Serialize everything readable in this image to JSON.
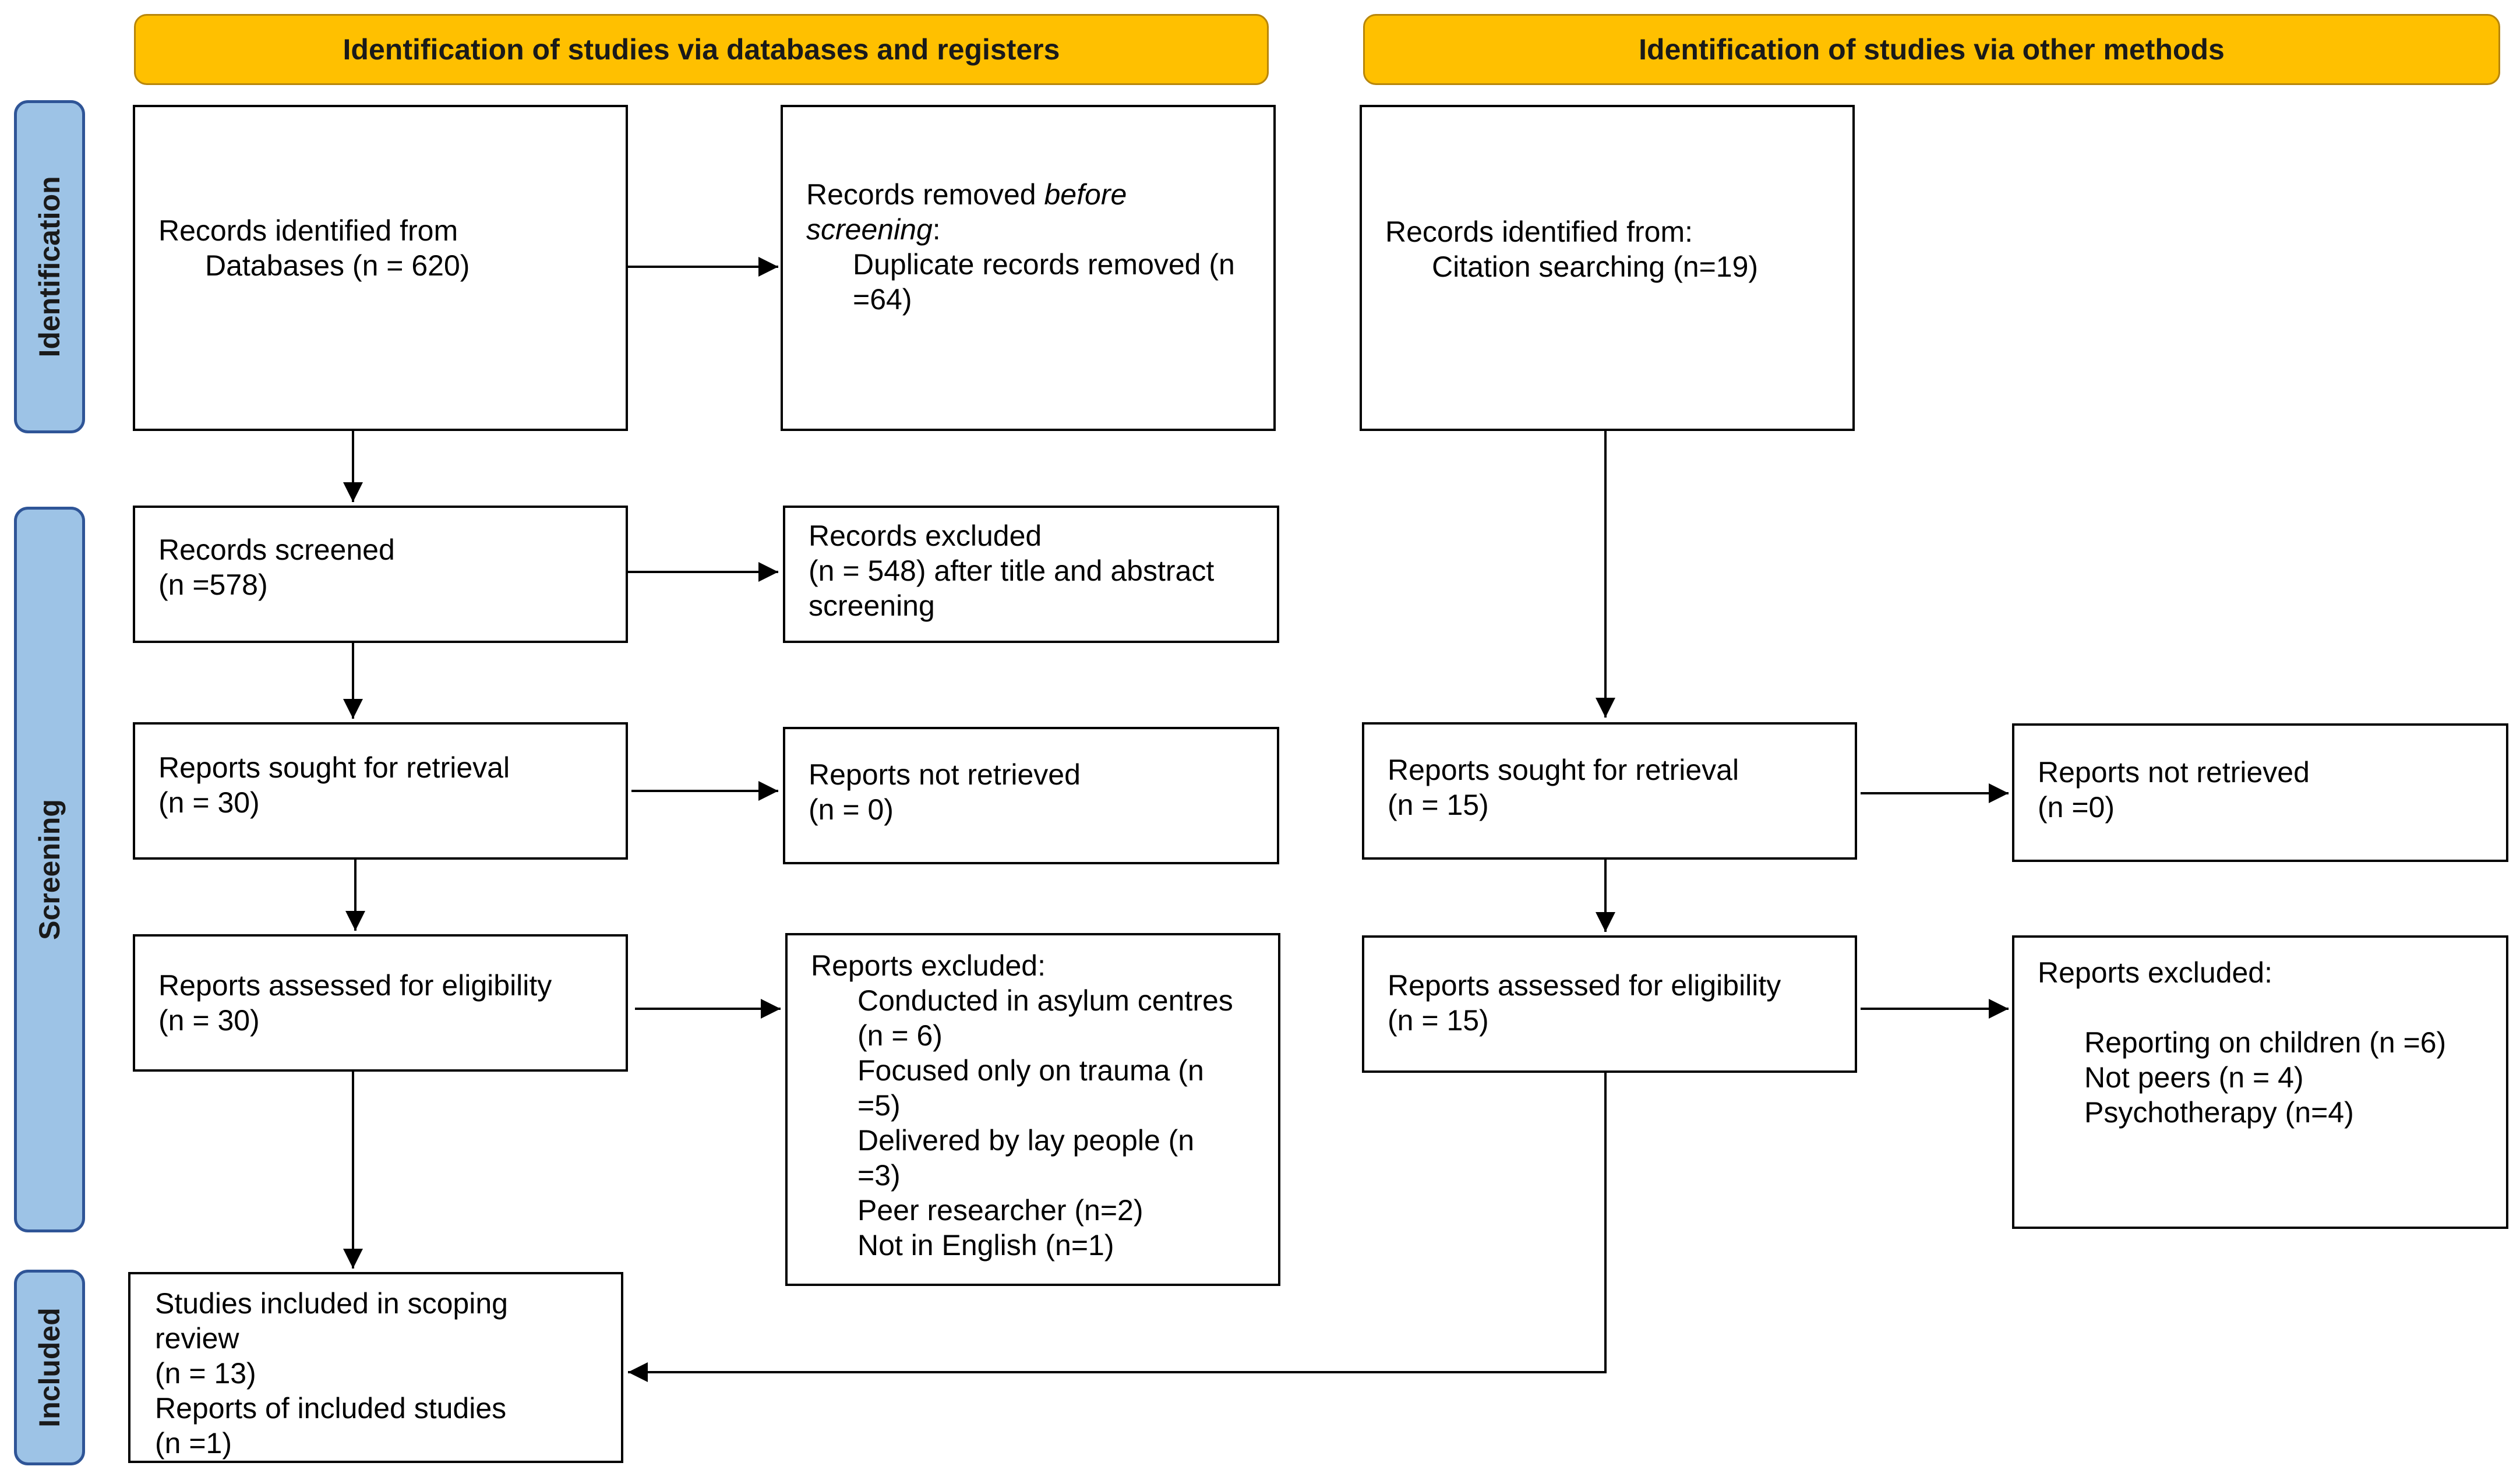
{
  "headers": {
    "left": "Identification of studies via databases and registers",
    "right": "Identification of studies via other methods"
  },
  "sides": {
    "identification": "Identification",
    "screening": "Screening",
    "included": "Included"
  },
  "db": {
    "records_identified": {
      "line1": "Records identified from",
      "line2": "Databases (n = 620)"
    },
    "records_removed": {
      "line1_a": "Records removed ",
      "line1_b": "before",
      "line2_a": "screening",
      "line2_b": ":",
      "line3": "Duplicate records removed (n",
      "line4": "=64)"
    },
    "records_screened": {
      "line1": "Records screened",
      "line2": "(n =578)"
    },
    "records_excluded": {
      "line1": "Records excluded",
      "line2": "(n = 548) after title and abstract",
      "line3": "screening"
    },
    "reports_sought": {
      "line1": "Reports sought for retrieval",
      "line2": "(n = 30)"
    },
    "reports_not_retrieved": {
      "line1": "Reports not retrieved",
      "line2": "(n = 0)"
    },
    "reports_assessed": {
      "line1": "Reports assessed for eligibility",
      "line2": "(n = 30)"
    },
    "reports_excluded": {
      "title": "Reports excluded:",
      "items": [
        "Conducted in asylum centres",
        "(n = 6)",
        "Focused only on trauma (n",
        "=5)",
        "Delivered by lay people (n",
        "=3)",
        "Peer researcher (n=2)",
        "Not in English (n=1)"
      ]
    },
    "included": {
      "line1": "Studies included in scoping",
      "line2": "review",
      "line3": "(n = 13)",
      "line4": "Reports of included studies",
      "line5": "(n =1)"
    }
  },
  "other": {
    "records_identified": {
      "line1": "Records identified from:",
      "line2": "Citation searching (n=19)"
    },
    "reports_sought": {
      "line1": "Reports sought for retrieval",
      "line2": "(n = 15)"
    },
    "reports_not_retrieved": {
      "line1": "Reports not retrieved",
      "line2": "(n =0)"
    },
    "reports_assessed": {
      "line1": "Reports assessed for eligibility",
      "line2": "(n = 15)"
    },
    "reports_excluded": {
      "title": "Reports excluded:",
      "items": [
        "Reporting on children (n =6)",
        "Not peers (n = 4)",
        "Psychotherapy (n=4)"
      ]
    }
  },
  "colors": {
    "header_fill": "#FFC000",
    "side_fill": "#9DC3E6",
    "side_border": "#2F5597"
  }
}
